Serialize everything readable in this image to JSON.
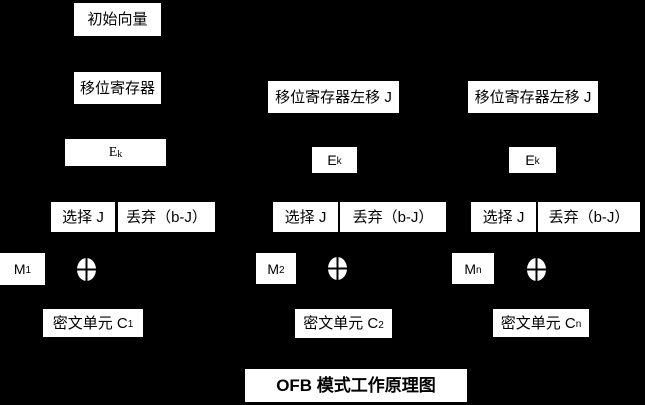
{
  "diagram": {
    "title": "OFB 模式工作原理图",
    "colors": {
      "background": "#000000",
      "box_background": "#ffffff",
      "box_text": "#000000",
      "xor_fill": "#ffffff",
      "xor_cross": "#000000"
    },
    "columns": [
      {
        "top_label": "初始向量",
        "shift_label": "移位寄存器",
        "e_base": "E",
        "e_sub": "k",
        "select_label": "选择 J",
        "discard_label": "丢弃（b-J）",
        "m_base": "M",
        "m_sub": "1",
        "c_base": "密文单元 C",
        "c_sub": "1"
      },
      {
        "shift_label": "移位寄存器左移 J",
        "e_base": "E",
        "e_sub": "k",
        "select_label": "选择 J",
        "discard_label": "丢弃（b-J）",
        "m_base": "M",
        "m_sub": "2",
        "c_base": "密文单元 C",
        "c_sub": "2"
      },
      {
        "shift_label": "移位寄存器左移 J",
        "e_base": "E",
        "e_sub": "k",
        "select_label": "选择 J",
        "discard_label": "丢弃（b-J）",
        "m_base": "M",
        "m_sub": "n",
        "c_base": "密文单元 C",
        "c_sub": "n"
      }
    ]
  }
}
